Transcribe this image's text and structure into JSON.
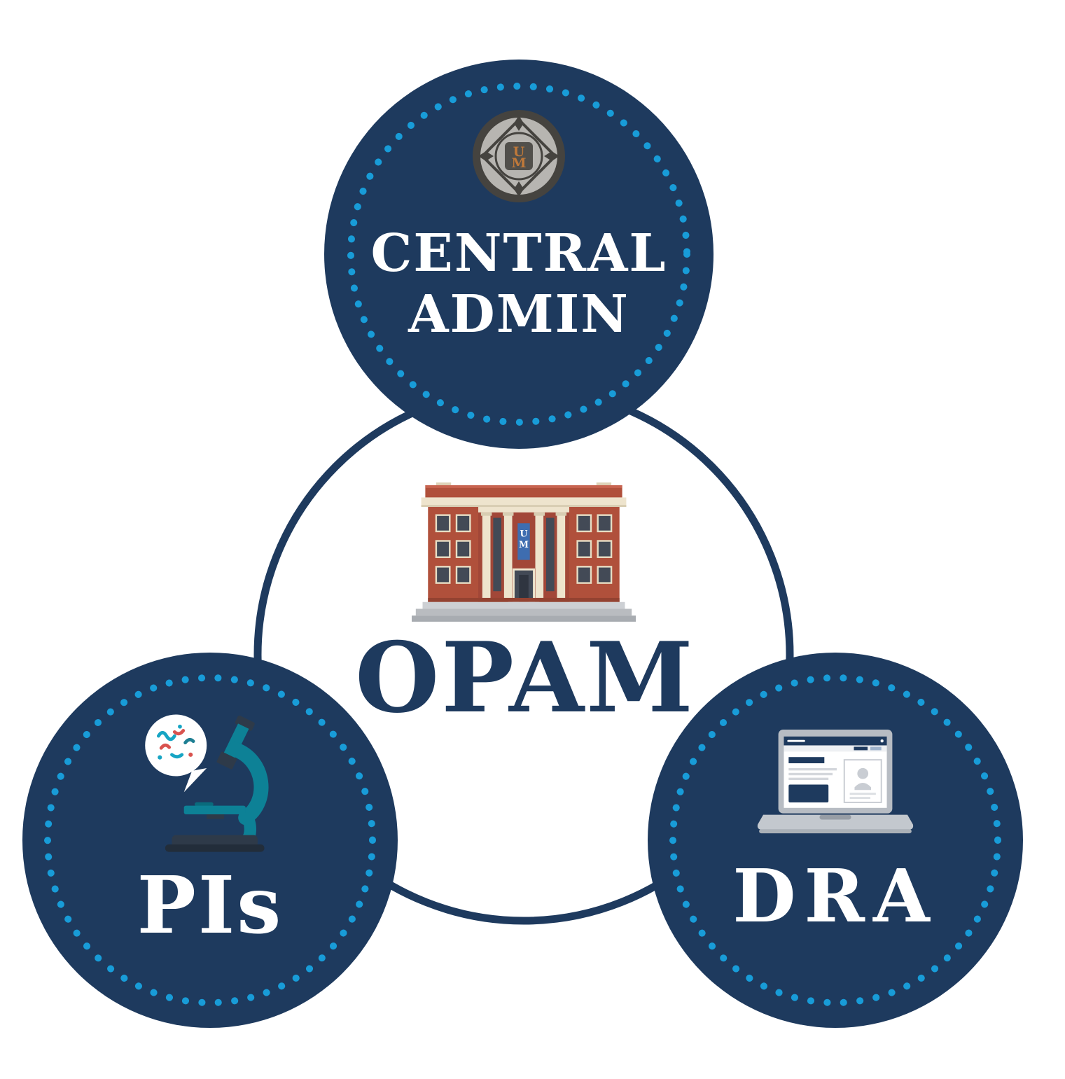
{
  "diagram": {
    "center": {
      "label": "OPAM",
      "icon": "university-building-icon",
      "banner_line1": "U",
      "banner_line2": "M"
    },
    "nodes": [
      {
        "id": "central-admin",
        "label": "CENTRAL\nADMIN",
        "icon": "university-seal-icon",
        "seal_monogram_line1": "U",
        "seal_monogram_line2": "M"
      },
      {
        "id": "pis",
        "label": "PIs",
        "icon": "microscope-icon"
      },
      {
        "id": "dra",
        "label": "DRA",
        "icon": "laptop-icon"
      }
    ],
    "colors": {
      "node_fill": "#1e3a5e",
      "dot_accent": "#189cd8",
      "node_label_text": "#ffffff",
      "center_label_text": "#1e3a5e",
      "ring_stroke": "#1e3a5e",
      "seal_copper": "#c0793a",
      "brick_red": "#b0503b",
      "banner_blue": "#3e6db0",
      "microscope_teal": "#0d8196"
    }
  }
}
